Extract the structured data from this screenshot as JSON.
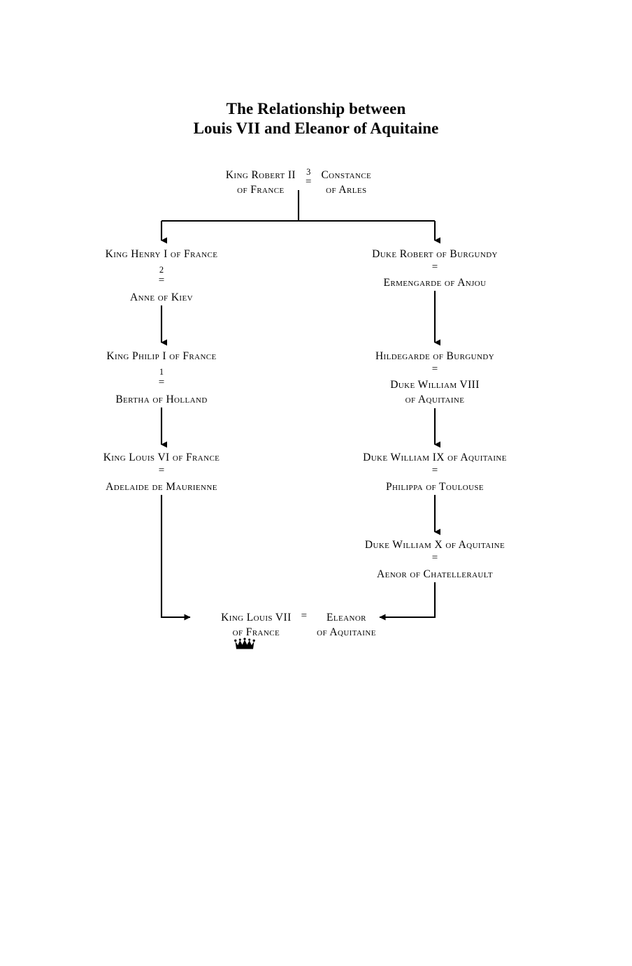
{
  "document": {
    "title_lines": [
      "The Relationship between",
      "Louis VII and Eleanor of Aquitaine"
    ],
    "background_color": "#ffffff",
    "ink_color": "#000000"
  },
  "chart_data": {
    "type": "diagram",
    "subtype": "genealogical-family-tree",
    "title": "The Relationship between Louis VII and Eleanor of Aquitaine",
    "marriage_symbol": "=",
    "generations": 6,
    "branches": [
      "French royal line (left)",
      "Aquitaine / Burgundy line (right)"
    ]
  },
  "nodes": {
    "robert_ii": {
      "name_line1": "King Robert II",
      "name_line2": "of France"
    },
    "constance": {
      "name_line1": "Constance",
      "name_line2": "of Arles"
    },
    "robert_constance_union": {
      "marriage_number": "3",
      "equals": "="
    },
    "henry_i": {
      "name": "King Henry I of France",
      "marriage_number": "2",
      "equals": "=",
      "spouse": "Anne of Kiev"
    },
    "robert_burgundy": {
      "name": "Duke Robert of Burgundy",
      "equals": "=",
      "spouse": "Ermengarde of Anjou"
    },
    "philip_i": {
      "name": "King Philip I of France",
      "marriage_number": "1",
      "equals": "=",
      "spouse": "Bertha of Holland"
    },
    "hildegarde": {
      "name": "Hildegarde of Burgundy",
      "equals": "=",
      "spouse_line1": "Duke William VIII",
      "spouse_line2": "of Aquitaine"
    },
    "louis_vi": {
      "name": "King Louis VI of France",
      "equals": "=",
      "spouse": "Adelaide de Maurienne"
    },
    "william_ix": {
      "name": "Duke William IX of Aquitaine",
      "equals": "=",
      "spouse": "Philippa of Toulouse"
    },
    "william_x": {
      "name": "Duke William X of Aquitaine",
      "equals": "=",
      "spouse": "Aenor of Chatellerault"
    },
    "louis_vii": {
      "name_line1": "King Louis VII",
      "name_line2": "of France",
      "crown": "crown-glyph"
    },
    "eleanor": {
      "name_line1": "Eleanor",
      "name_line2": "of Aquitaine"
    },
    "final_union": {
      "equals": "="
    }
  }
}
